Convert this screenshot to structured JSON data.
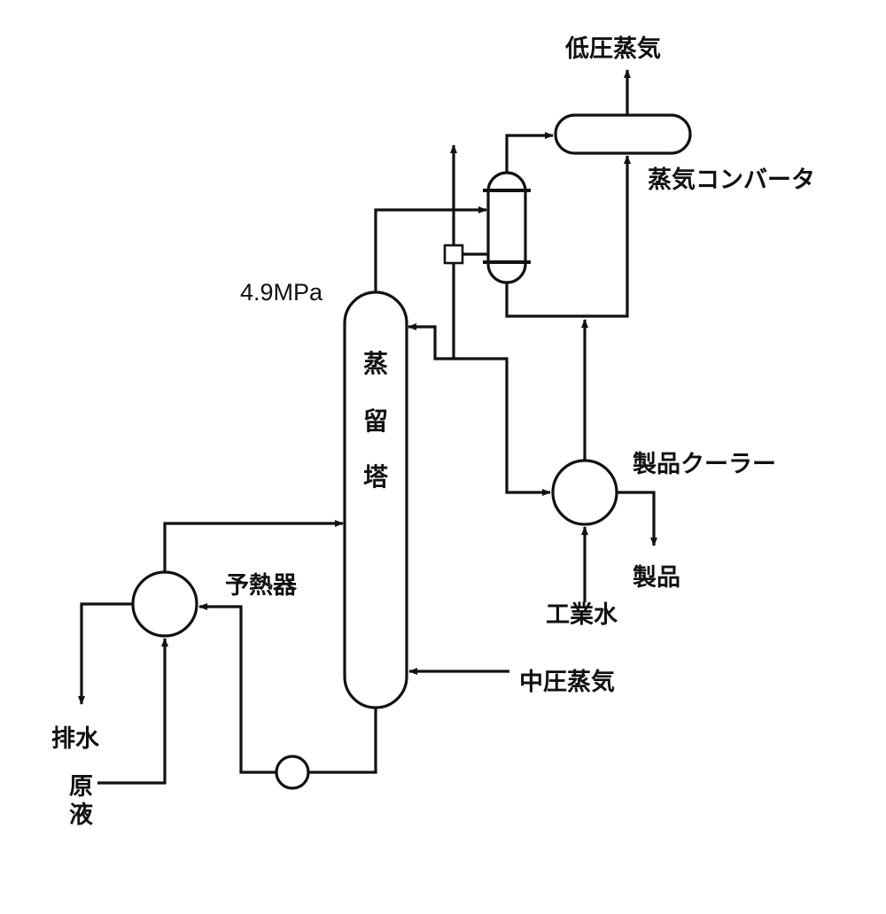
{
  "diagram": {
    "labels": {
      "low_pressure_steam": "低圧蒸気",
      "steam_converter": "蒸気コンバータ",
      "pressure": "4.9MPa",
      "column_char1": "蒸",
      "column_char2": "留",
      "column_char3": "塔",
      "product_cooler": "製品クーラー",
      "product": "製品",
      "industrial_water": "工業水",
      "preheater": "予熱器",
      "medium_pressure_steam": "中圧蒸気",
      "drain": "排水",
      "raw_liquid_char1": "原",
      "raw_liquid_char2": "液"
    }
  }
}
